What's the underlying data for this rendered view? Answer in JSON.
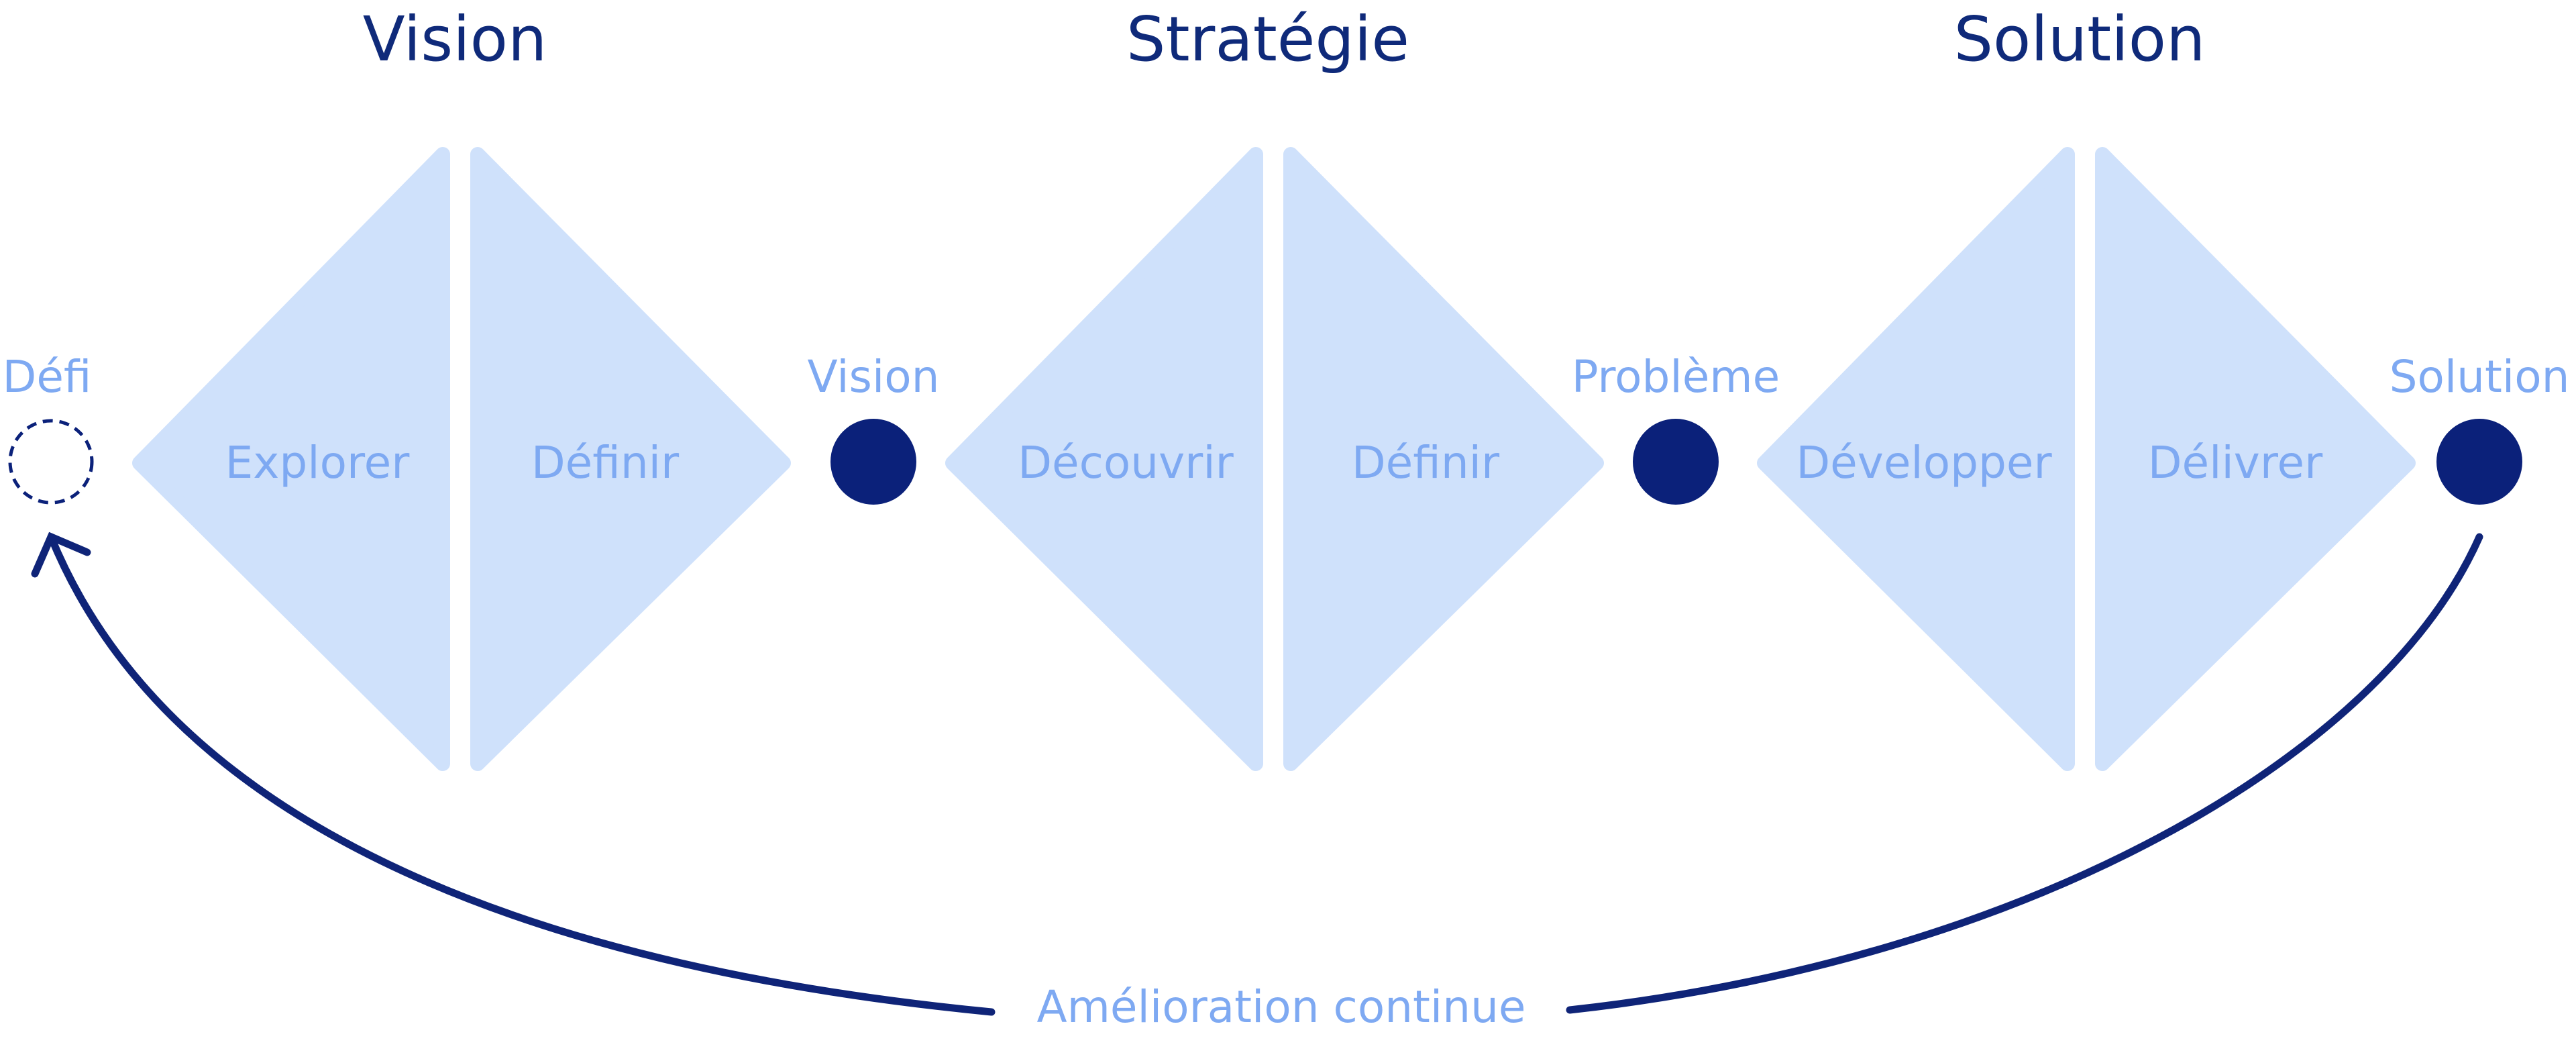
{
  "phases": [
    {
      "title": "Vision",
      "left_stage": "Explorer",
      "right_stage": "Définir"
    },
    {
      "title": "Stratégie",
      "left_stage": "Découvrir",
      "right_stage": "Définir"
    },
    {
      "title": "Solution",
      "left_stage": "Développer",
      "right_stage": "Délivrer"
    }
  ],
  "milestones": [
    "Défi",
    "Vision",
    "Problème",
    "Solution"
  ],
  "loop": {
    "label": "Amélioration continue"
  },
  "colors": {
    "phase_title": "#0f2a7a",
    "label": "#7ea9f2",
    "diamond_fill": "#cfe1fb",
    "milestone_dot": "#0b217a",
    "loop_arc": "#0f2478"
  }
}
